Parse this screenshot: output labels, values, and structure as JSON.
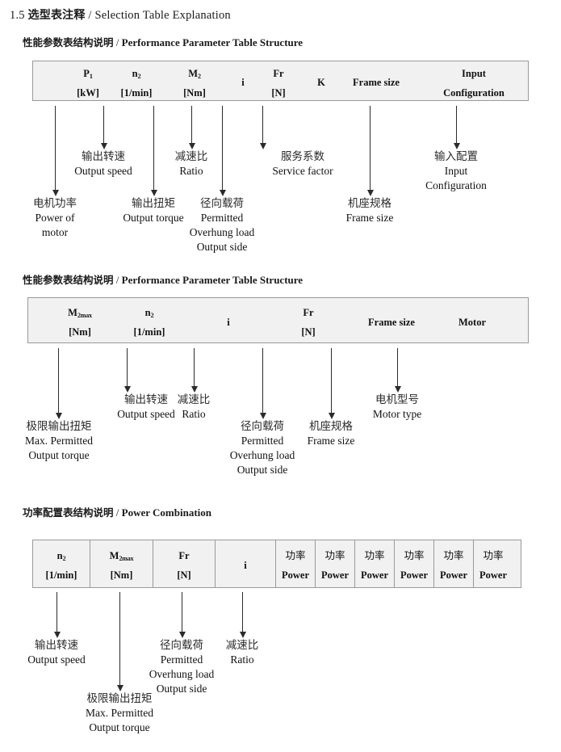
{
  "title": {
    "number": "1.5",
    "cn": "选型表注释",
    "sep": "/",
    "en": "Selection Table Explanation"
  },
  "sections": [
    {
      "heading": {
        "cn": "性能参数表结构说明",
        "sep": "/",
        "en": "Performance Parameter Table Structure"
      },
      "columns": [
        {
          "sym": "P",
          "sub": "1",
          "unit": "[kW]"
        },
        {
          "sym": "n",
          "sub": "2",
          "unit": "[1/min]"
        },
        {
          "sym": "M",
          "sub": "2",
          "unit": "[Nm]"
        },
        {
          "sym": "i",
          "sub": "",
          "unit": ""
        },
        {
          "sym": "Fr",
          "sub": "",
          "unit": "[N]"
        },
        {
          "sym": "K",
          "sub": "",
          "unit": ""
        },
        {
          "sym": "Frame size",
          "sub": "",
          "unit": ""
        },
        {
          "sym": "Input",
          "sub": "",
          "unit": "Configuration"
        }
      ],
      "notes": [
        {
          "cn": "电机功率",
          "en": [
            "Power of",
            "motor"
          ]
        },
        {
          "cn": "输出转速",
          "en": [
            "Output speed"
          ]
        },
        {
          "cn": "输出扭矩",
          "en": [
            "Output torque"
          ]
        },
        {
          "cn": "减速比",
          "en": [
            "Ratio"
          ]
        },
        {
          "cn": "径向载荷",
          "en": [
            "Permitted",
            "Overhung load",
            "Output side"
          ]
        },
        {
          "cn": "服务系数",
          "en": [
            "Service factor"
          ]
        },
        {
          "cn": "机座规格",
          "en": [
            "Frame size"
          ]
        },
        {
          "cn": "输入配置",
          "en": [
            "Input",
            "Configuration"
          ]
        }
      ]
    },
    {
      "heading": {
        "cn": "性能参数表结构说明",
        "sep": "/",
        "en": "Performance Parameter Table Structure"
      },
      "columns": [
        {
          "sym": "M",
          "sub": "2max",
          "unit": "[Nm]"
        },
        {
          "sym": "n",
          "sub": "2",
          "unit": "[1/min]"
        },
        {
          "sym": "i",
          "sub": "",
          "unit": ""
        },
        {
          "sym": "Fr",
          "sub": "",
          "unit": "[N]"
        },
        {
          "sym": "Frame size",
          "sub": "",
          "unit": ""
        },
        {
          "sym": "Motor",
          "sub": "",
          "unit": ""
        }
      ],
      "notes": [
        {
          "cn": "极限输出扭矩",
          "en": [
            "Max. Permitted",
            "Output  torque"
          ]
        },
        {
          "cn": "输出转速",
          "en": [
            "Output speed"
          ]
        },
        {
          "cn": "减速比",
          "en": [
            "Ratio"
          ]
        },
        {
          "cn": "径向载荷",
          "en": [
            "Permitted",
            "Overhung load",
            "Output side"
          ]
        },
        {
          "cn": "机座规格",
          "en": [
            "Frame size"
          ]
        },
        {
          "cn": "电机型号",
          "en": [
            "Motor type"
          ]
        }
      ]
    },
    {
      "heading": {
        "cn": "功率配置表结构说明",
        "sep": "/",
        "en": "Power Combination"
      },
      "columns": [
        {
          "sym": "n",
          "sub": "2",
          "unit": "[1/min]"
        },
        {
          "sym": "M",
          "sub": "2max",
          "unit": "[Nm]"
        },
        {
          "sym": "Fr",
          "sub": "",
          "unit": "[N]"
        },
        {
          "sym": "i",
          "sub": "",
          "unit": ""
        },
        {
          "sym": "功率",
          "sub": "",
          "unit": "Power"
        },
        {
          "sym": "功率",
          "sub": "",
          "unit": "Power"
        },
        {
          "sym": "功率",
          "sub": "",
          "unit": "Power"
        },
        {
          "sym": "功率",
          "sub": "",
          "unit": "Power"
        },
        {
          "sym": "功率",
          "sub": "",
          "unit": "Power"
        },
        {
          "sym": "功率",
          "sub": "",
          "unit": "Power"
        }
      ],
      "notes": [
        {
          "cn": "输出转速",
          "en": [
            "Output speed"
          ]
        },
        {
          "cn": "极限输出扭矩",
          "en": [
            "Max. Permitted",
            "Output  torque"
          ]
        },
        {
          "cn": "径向载荷",
          "en": [
            "Permitted",
            "Overhung load",
            "Output side"
          ]
        },
        {
          "cn": "减速比",
          "en": [
            "Ratio"
          ]
        }
      ]
    }
  ],
  "colors": {
    "table_fill": "#f1f1f1",
    "table_border": "#9a9a9a",
    "arrow": "#2b2b2b",
    "text": "#1a1a1a"
  }
}
